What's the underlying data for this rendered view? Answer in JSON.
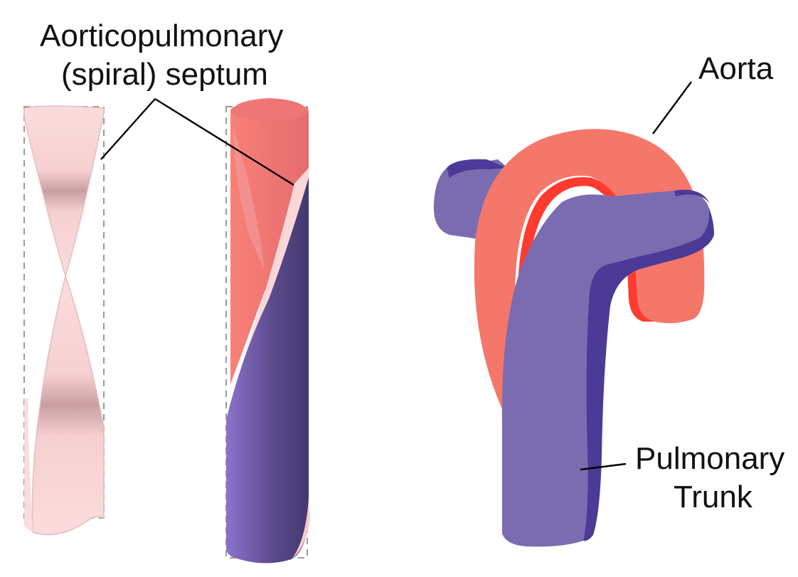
{
  "labels": {
    "septum_line1": "Aorticopulmonary",
    "septum_line2": "(spiral) septum",
    "aorta": "Aorta",
    "pulmonary_line1": "Pulmonary",
    "pulmonary_line2": "Trunk"
  },
  "colors": {
    "septum": "#fbdcdc",
    "septum_shade": "#e8b9bb",
    "aorta": "#f4776a",
    "aorta_inner": "#ff3b30",
    "pulmonary": "#7b6cb1",
    "pulmonary_dark": "#4b3a96",
    "guide_dash": "#9a9a9a",
    "leader_line": "#000000"
  }
}
